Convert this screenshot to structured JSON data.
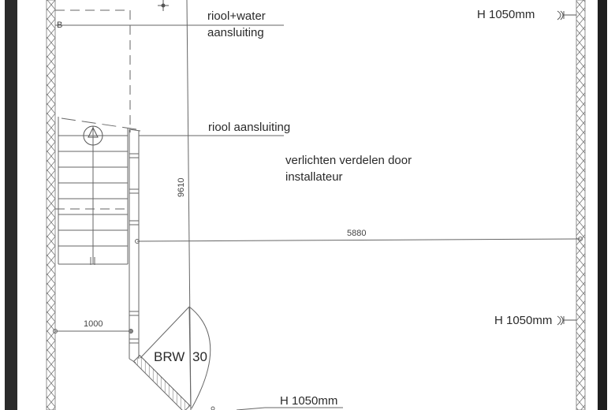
{
  "drawing": {
    "annotations": {
      "sewer_water": [
        "riool+water",
        "aansluiting"
      ],
      "sewer_only": "riool aansluiting",
      "lighting_note": [
        "verlichten verdelen door",
        "installateur"
      ],
      "outlet_height_top_right": "H 1050mm",
      "outlet_height_mid_right": "H 1050mm",
      "outlet_height_bottom": "H 1050mm",
      "door_type": "BRW",
      "door_rating": "30",
      "grid_marker": "B"
    },
    "dimensions": {
      "vertical": "9610",
      "horizontal_main": "5880",
      "horizontal_small": "1000"
    },
    "colors": {
      "line": "#555555",
      "text": "#2a2a2a",
      "frame": "#2b2b2b",
      "background": "#ffffff"
    }
  }
}
